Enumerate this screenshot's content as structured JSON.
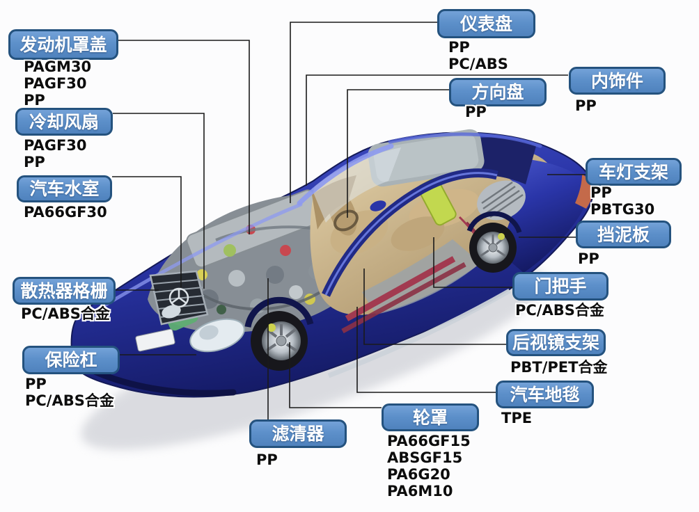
{
  "palette": {
    "label_fill": "#5d90ca",
    "label_border": "#24527e",
    "label_text_color": "#ffffff",
    "material_text_color": "#0d0d0d",
    "material_halo_color": "#ffffff",
    "leader_line_color": "#1a1a1a",
    "background": "#fcfcfd"
  },
  "car": {
    "name": "blue-sedan-cutaway-illustration",
    "body_color": "#2a35a8",
    "body_shadow_color": "#141a64",
    "highlight_color": "#8d9af0",
    "interior_color": "#d6c29a",
    "engine_bay_color": "#878e95",
    "wheel_rim_color": "#c6ccd2"
  },
  "labels": [
    {
      "id": "engine-hood-cover",
      "title": "发动机罩盖",
      "materials": [
        "PAGM30",
        "PAGF30",
        "PP"
      ]
    },
    {
      "id": "cooling-fan",
      "title": "冷却风扇",
      "materials": [
        "PAGF30",
        "PP"
      ]
    },
    {
      "id": "radiator-tank",
      "title": "汽车水室",
      "materials": [
        "PA66GF30"
      ]
    },
    {
      "id": "radiator-grille",
      "title": "散热器格栅",
      "materials": [
        "PC/ABS合金"
      ]
    },
    {
      "id": "bumper",
      "title": "保险杠",
      "materials": [
        "PP",
        "PC/ABS合金"
      ]
    },
    {
      "id": "filter",
      "title": "滤清器",
      "materials": [
        "PP"
      ]
    },
    {
      "id": "wheel-cover",
      "title": "轮罩",
      "materials": [
        "PA66GF15",
        "ABSGF15",
        "PA6G20",
        "PA6M10"
      ]
    },
    {
      "id": "car-carpet",
      "title": "汽车地毯",
      "materials": [
        "TPE"
      ]
    },
    {
      "id": "rearview-mirror-bracket",
      "title": "后视镜支架",
      "materials": [
        "PBT/PET合金"
      ]
    },
    {
      "id": "door-handle",
      "title": "门把手",
      "materials": [
        "PC/ABS合金"
      ]
    },
    {
      "id": "fender",
      "title": "挡泥板",
      "materials": [
        "PP"
      ]
    },
    {
      "id": "lamp-bracket",
      "title": "车灯支架",
      "materials": [
        "PP",
        "PBTG30"
      ]
    },
    {
      "id": "interior-trim",
      "title": "内饰件",
      "materials": [
        "PP"
      ]
    },
    {
      "id": "dashboard",
      "title": "仪表盘",
      "materials": [
        "PP",
        "PC/ABS"
      ]
    },
    {
      "id": "steering-wheel",
      "title": "方向盘",
      "materials": [
        "PP"
      ]
    }
  ]
}
